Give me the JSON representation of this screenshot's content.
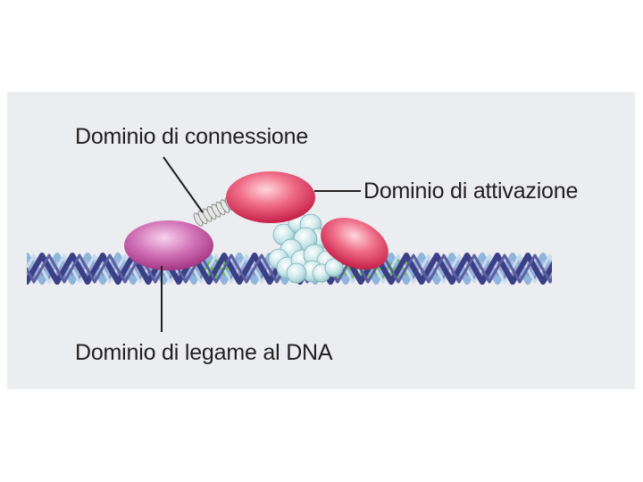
{
  "labels": {
    "connection_domain": "Dominio di connessione",
    "activation_domain": "Dominio di attivazione",
    "dna_binding_domain": "Dominio di legame al DNA"
  },
  "colors": {
    "panel_background": "#ecedf0",
    "dna_strand_dark": "#3b3f86",
    "dna_strand_light": "#8fb5dc",
    "dna_axis": "#a3a7c9",
    "dna_green_segment": "#6fbf5a",
    "activation_domain": "#d91f4e",
    "dna_binding_domain": "#b8388e",
    "mediator_complex": "#b6dde0",
    "linker": "#d4d4d4",
    "leader_line": "#231f20",
    "text": "#231f20"
  }
}
